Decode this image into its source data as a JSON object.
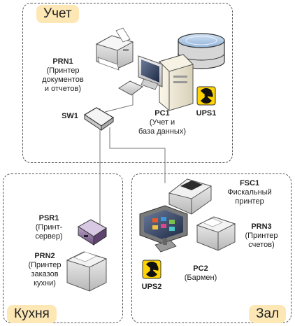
{
  "zones": {
    "accounting": "Учет",
    "kitchen": "Кухня",
    "hall": "Зал"
  },
  "devices": {
    "prn1": {
      "id": "PRN1",
      "desc": [
        "(Принтер",
        "документов",
        "и отчетов)"
      ]
    },
    "sw1": {
      "id": "SW1"
    },
    "pc1": {
      "id": "PC1",
      "desc": [
        "(Учет и",
        "база данных)"
      ]
    },
    "ups1": {
      "id": "UPS1"
    },
    "fsc1": {
      "id": "FSC1",
      "desc": [
        "Фискальный",
        "принтер"
      ]
    },
    "psr1": {
      "id": "PSR1",
      "desc": [
        "(Принт-",
        "сервер)"
      ]
    },
    "prn2": {
      "id": "PRN2",
      "desc": [
        "(Принтер",
        "заказов",
        "кухни)"
      ]
    },
    "prn3": {
      "id": "PRN3",
      "desc": [
        "(Принтер",
        "счетов)"
      ]
    },
    "pc2": {
      "id": "PC2",
      "desc": [
        "(Бармен)"
      ]
    },
    "ups2": {
      "id": "UPS2"
    }
  },
  "colors": {
    "zone_tag_bg": "#fde8b5",
    "radiation_bg": "#ffd400"
  }
}
